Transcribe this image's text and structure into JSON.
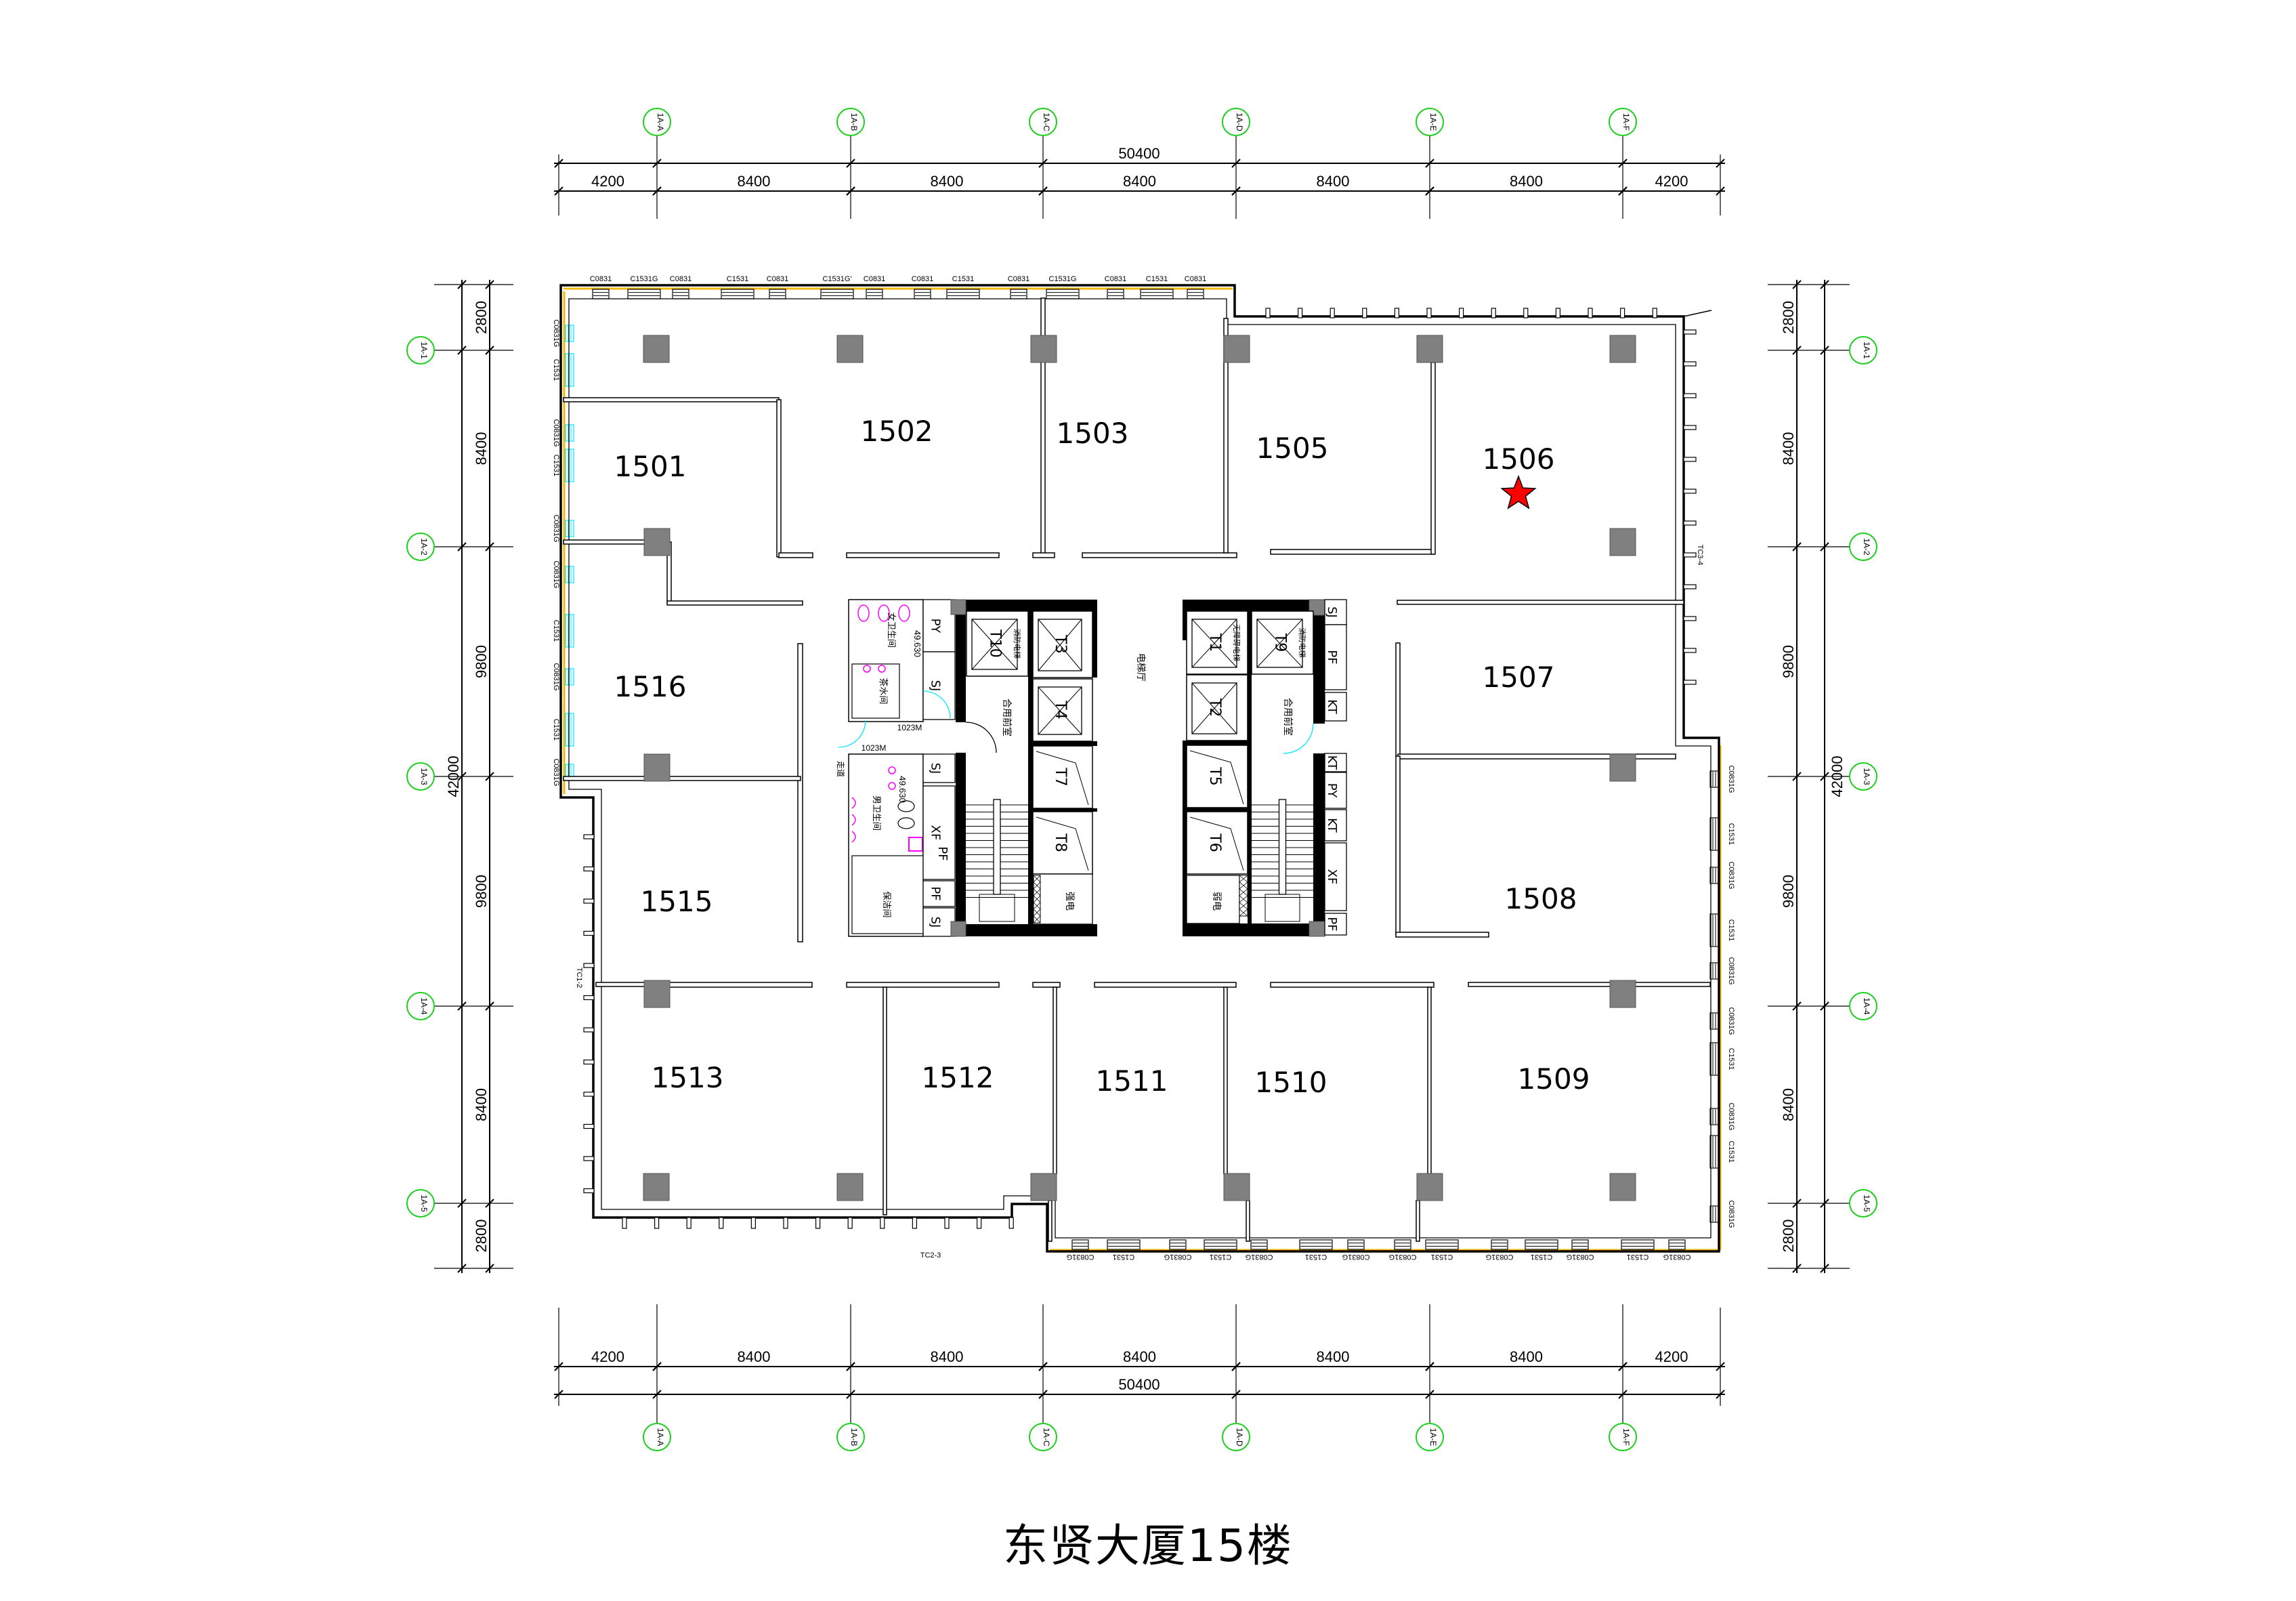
{
  "title": "东贤大厦15楼",
  "grid": {
    "columns": [
      "1A-A",
      "1A-B",
      "1A-C",
      "1A-D",
      "1A-E",
      "1A-F"
    ],
    "rows": [
      "1A-1",
      "1A-2",
      "1A-3",
      "1A-4",
      "1A-5"
    ]
  },
  "dimensions": {
    "horizontal_total": "50400",
    "horizontal_segments": [
      "4200",
      "8400",
      "8400",
      "8400",
      "8400",
      "8400",
      "4200"
    ],
    "vertical_total": "42000",
    "vertical_segments": [
      "2800",
      "8400",
      "9800",
      "9800",
      "8400",
      "2800"
    ]
  },
  "rooms": [
    "1501",
    "1502",
    "1503",
    "1505",
    "1506",
    "1507",
    "1508",
    "1509",
    "1510",
    "1511",
    "1512",
    "1513",
    "1515",
    "1516"
  ],
  "marked_room": {
    "number": "1506",
    "marker": "star",
    "color": "#ff0000"
  },
  "windows": {
    "top": [
      "C0831",
      "C1531G",
      "C0831",
      "C1531",
      "C0831",
      "C1531G'",
      "C0831",
      "C0831",
      "C1531",
      "C0831",
      "C1531G",
      "C0831",
      "C1531",
      "C0831"
    ],
    "left": [
      "C0831G",
      "C1531",
      "C0831G",
      "C1531",
      "C0831G",
      "C0831G",
      "C1531",
      "C0831G",
      "C1531",
      "C0831G"
    ],
    "right": [
      "C0831G",
      "C1531",
      "C0831G",
      "C1531",
      "C0831G",
      "C0831G",
      "C1531",
      "C0831G",
      "C1531",
      "C0831G"
    ],
    "bottom": [
      "C0831G",
      "C1531",
      "C0831G",
      "C1531",
      "C0831G",
      "C1531",
      "C0831G",
      "C0831G",
      "C1531",
      "C0831G",
      "C1531",
      "C0831G",
      "C1531",
      "C0831G"
    ]
  },
  "wall_tags": [
    "TC1-2",
    "TC2-3",
    "TC3-4"
  ],
  "core": {
    "elevators": [
      "T1",
      "T2",
      "T3",
      "T4",
      "T5",
      "T6",
      "T7",
      "T8",
      "T9",
      "T10"
    ],
    "fire_elevator": "消防电梯",
    "accessible_elevator": "无障碍电梯",
    "lobby": "合用前室",
    "elevator_hall": "电梯厅",
    "female_wc": "女卫生间",
    "male_wc": "男卫生间",
    "tea_room": "茶水间",
    "cleaning_room": "保洁间",
    "corridor": "走道",
    "strong_electric": "强电",
    "weak_electric": "弱电",
    "elevation": "49.630",
    "door_tag": "1023M",
    "left_shafts": [
      "PY",
      "SJ",
      "SJ",
      "XF",
      "PF",
      "PF",
      "SJ"
    ],
    "right_shafts": [
      "SJ",
      "PF",
      "KT",
      "KT",
      "PY",
      "KT",
      "XF",
      "PF"
    ]
  },
  "colors": {
    "grid_bubble": "#1fcf1f",
    "column": "#808080",
    "window_line": "#f5b800",
    "glass": "#00e5ff",
    "fixture": "#ff00ff",
    "star": "#ff0000"
  }
}
